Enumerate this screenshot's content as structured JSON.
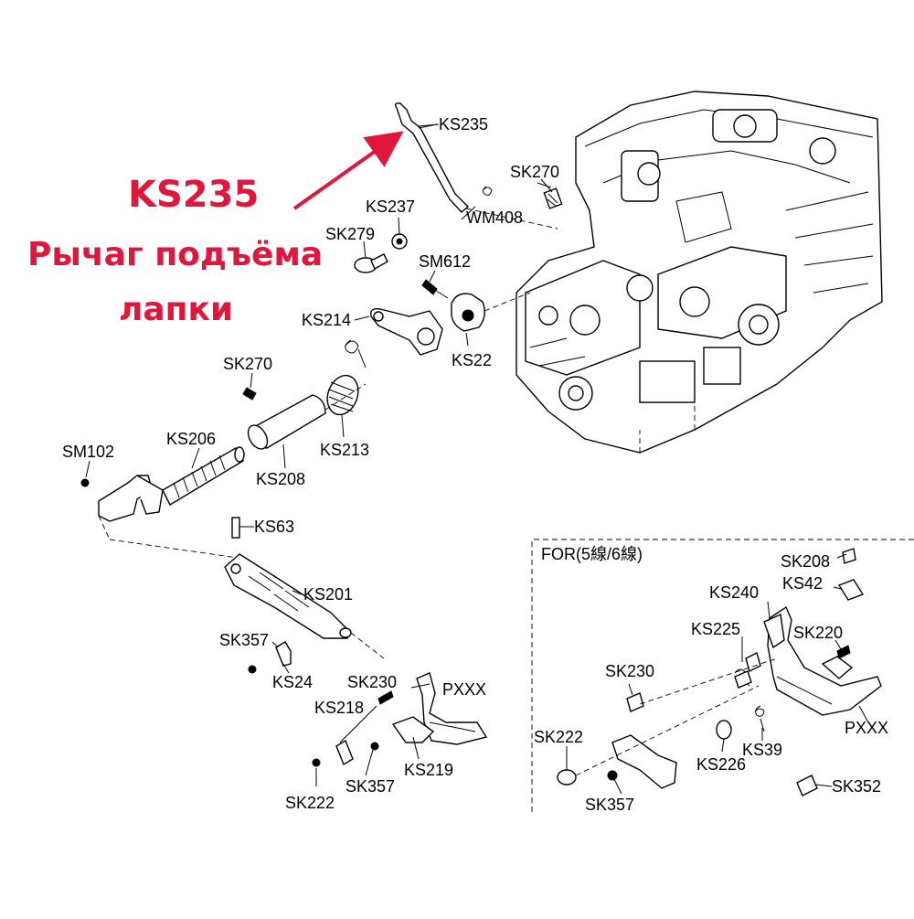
{
  "highlight": {
    "code": "KS235",
    "description_line1": "Рычаг подъёма",
    "description_line2": "лапки",
    "color": "#e0163d"
  },
  "inset": {
    "title": "FOR(5線/6線)"
  },
  "labels": {
    "ks235": "KS235",
    "sk270_top": "SK270",
    "ks237": "KS237",
    "sk279": "SK279",
    "wm408": "WM408",
    "sm612": "SM612",
    "ks214": "KS214",
    "ks22": "KS22",
    "sk270_mid": "SK270",
    "ks206": "KS206",
    "ks213": "KS213",
    "ks208": "KS208",
    "sm102": "SM102",
    "ks63": "KS63",
    "ks201": "KS201",
    "sk357_a": "SK357",
    "ks24": "KS24",
    "sk230_a": "SK230",
    "pxxx_a": "PXXX",
    "ks218": "KS218",
    "sk357_b": "SK357",
    "ks219": "KS219",
    "sk222_a": "SK222",
    "sk208": "SK208",
    "ks42": "KS42",
    "ks240": "KS240",
    "ks225": "KS225",
    "sk220": "SK220",
    "sk230_b": "SK230",
    "pxxx_b": "PXXX",
    "sk222_b": "SK222",
    "ks226": "KS226",
    "ks39": "KS39",
    "sk357_c": "SK357",
    "sk352": "SK352"
  }
}
